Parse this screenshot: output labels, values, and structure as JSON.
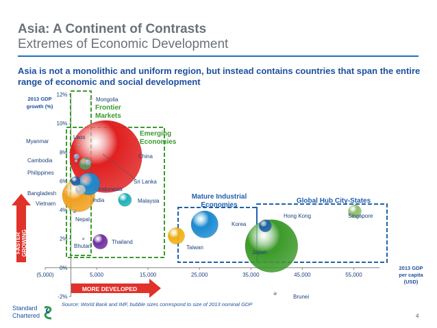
{
  "header": {
    "title": "Asia: A Continent of Contrasts",
    "subtitle": "Extremes of Economic Development",
    "lead": "Asia is not a monolithic and uniform region, but instead contains countries that span the entire range of economic and social development"
  },
  "footer": {
    "source": "Source: World Bank and IMF, bubble sizes correspond to size of 2013 nominal GDP",
    "page": "4",
    "logo_line1": "Standard",
    "logo_line2": "Chartered"
  },
  "colors": {
    "title": "#6b7178",
    "accent_blue": "#1b4f9c",
    "group_green": "#3a9a2c",
    "group_blue": "#1f5fa8",
    "arrow_red": "#e0322b"
  },
  "chart_data": {
    "type": "bubble",
    "title": "",
    "xlabel": "2013 GDP per capita (USD)",
    "ylabel": "2013 GDP growth (%)",
    "xlim": [
      -5000,
      60000
    ],
    "ylim": [
      -2,
      12
    ],
    "x_ticks": [
      -5000,
      5000,
      15000,
      25000,
      35000,
      45000,
      55000
    ],
    "x_tick_labels": [
      "(5,000)",
      "5,000",
      "15,000",
      "25,000",
      "35,000",
      "45,000",
      "55,000"
    ],
    "y_ticks": [
      -2,
      0,
      2,
      4,
      6,
      8,
      10,
      12
    ],
    "y_tick_labels": [
      "-2%",
      "0%",
      "2%",
      "4%",
      "6%",
      "8%",
      "10%",
      "12%"
    ],
    "groups": [
      {
        "name": "Frontier Markets",
        "color": "#3a9a2c"
      },
      {
        "name": "Emerging Economies",
        "color": "#3a9a2c"
      },
      {
        "name": "Mature Industrial Economies",
        "color": "#1f5fa8"
      },
      {
        "name": "Global Hub City-States",
        "color": "#1f5fa8"
      }
    ],
    "points": [
      {
        "label": "Mongolia",
        "x": 3900,
        "y": 11.7,
        "size": 11,
        "color": "#999999"
      },
      {
        "label": "Laos",
        "x": 1600,
        "y": 8.5,
        "size": 10,
        "color": "#999999"
      },
      {
        "label": "Myanmar",
        "x": 1100,
        "y": 7.7,
        "size": 60,
        "color": "#8aa0c8"
      },
      {
        "label": "Cambodia",
        "x": 1000,
        "y": 7.4,
        "size": 15,
        "color": "#a0b4d8"
      },
      {
        "label": "Philippines",
        "x": 2800,
        "y": 7.2,
        "size": 270,
        "color": "#5a9a5a"
      },
      {
        "label": "China",
        "x": 6800,
        "y": 7.7,
        "size": 9200,
        "color": "#e02020"
      },
      {
        "label": "Sri Lanka",
        "x": 3300,
        "y": 7.3,
        "size": 67,
        "color": "#9ab0c8"
      },
      {
        "label": "Bangladesh",
        "x": 900,
        "y": 6.0,
        "size": 150,
        "color": "#1f5fa8"
      },
      {
        "label": "Indonesia",
        "x": 3500,
        "y": 5.8,
        "size": 870,
        "color": "#1a8ad0"
      },
      {
        "label": "Vietnam",
        "x": 1900,
        "y": 5.4,
        "size": 170,
        "color": "#c0c0c0"
      },
      {
        "label": "India",
        "x": 1500,
        "y": 5.0,
        "size": 1880,
        "color": "#f0a020"
      },
      {
        "label": "Malaysia",
        "x": 10500,
        "y": 4.7,
        "size": 310,
        "color": "#20b0b8"
      },
      {
        "label": "Nepal",
        "x": 700,
        "y": 3.9,
        "size": 19,
        "color": "#999999"
      },
      {
        "label": "Bhutan",
        "x": 2400,
        "y": 2.0,
        "size": 2,
        "color": "#999999"
      },
      {
        "label": "Thailand",
        "x": 5700,
        "y": 1.8,
        "size": 390,
        "color": "#7030a0"
      },
      {
        "label": "Korea",
        "x": 26000,
        "y": 3.0,
        "size": 1300,
        "color": "#1a8ad0"
      },
      {
        "label": "Taiwan",
        "x": 20500,
        "y": 2.2,
        "size": 490,
        "color": "#f0b010"
      },
      {
        "label": "Japan",
        "x": 39000,
        "y": 1.5,
        "size": 4900,
        "color": "#3c9a2a"
      },
      {
        "label": "Hong Kong",
        "x": 37800,
        "y": 2.9,
        "size": 270,
        "color": "#1f5fa8"
      },
      {
        "label": "Singapore",
        "x": 55200,
        "y": 3.9,
        "size": 300,
        "color": "#90c070"
      },
      {
        "label": "Brunei",
        "x": 39700,
        "y": -1.8,
        "size": 16,
        "color": "#999999"
      }
    ],
    "annotations": {
      "faster_growing": [
        "FASTER",
        "GROWING"
      ],
      "more_developed": "MORE DEVELOPED"
    }
  }
}
